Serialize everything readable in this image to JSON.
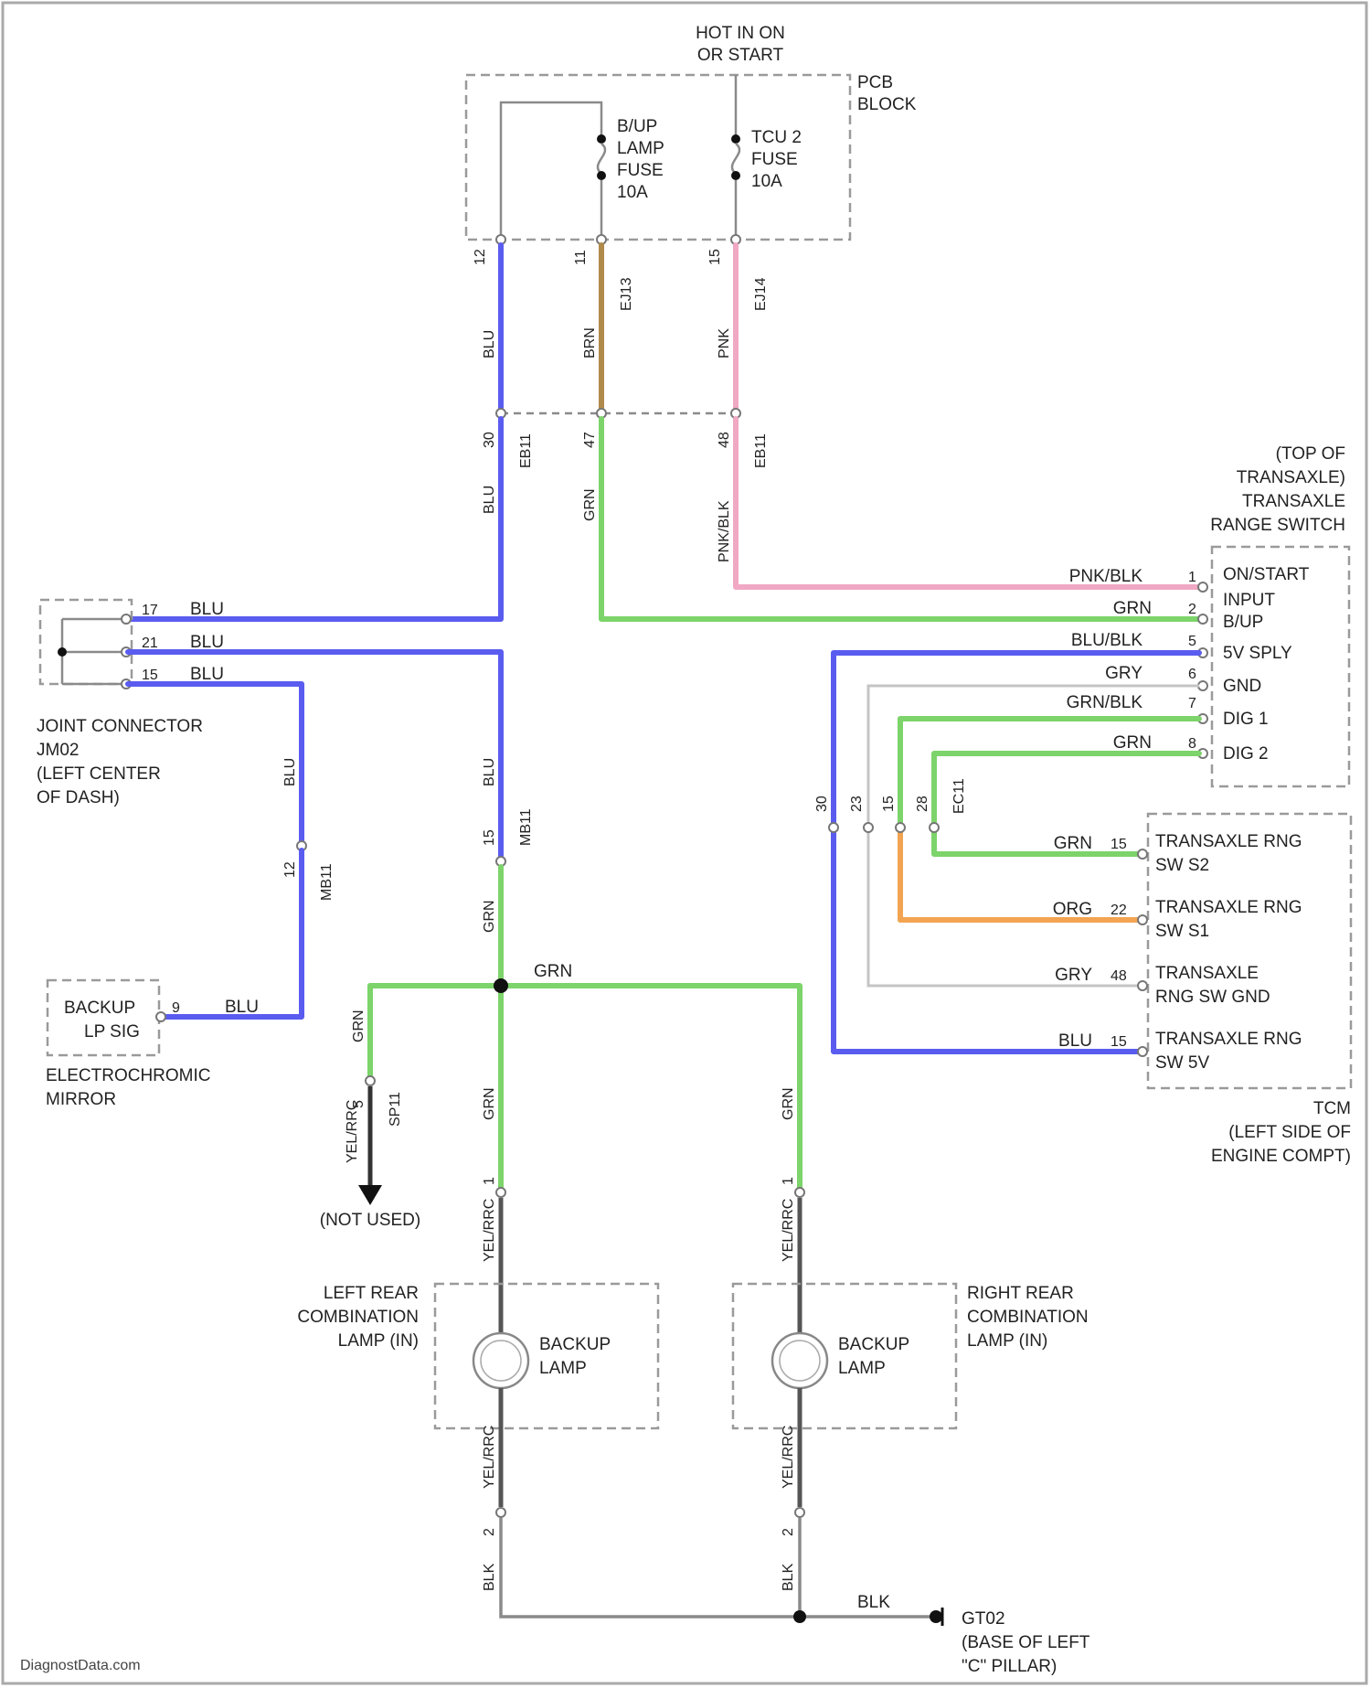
{
  "power": {
    "hot_label_1": "HOT IN ON",
    "hot_label_2": "OR START",
    "pcb_label_1": "PCB",
    "pcb_label_2": "BLOCK",
    "fuse_bup": [
      "B/UP",
      "LAMP",
      "FUSE",
      "10A"
    ],
    "fuse_tcu": [
      "TCU 2",
      "FUSE",
      "10A"
    ]
  },
  "pcb_pins": {
    "left": "12",
    "mid": "11",
    "right": "15",
    "conn_mid": "EJ13",
    "conn_right": "EJ14"
  },
  "wires": {
    "blu": "BLU",
    "brn": "BRN",
    "pnk": "PNK",
    "grn": "GRN",
    "pnk_blk": "PNK/BLK",
    "blu_blk": "BLU/BLK",
    "gry": "GRY",
    "grn_blk": "GRN/BLK",
    "org": "ORG",
    "blk": "BLK",
    "yel_rrc": "YEL/RRC"
  },
  "inline_connector_1": {
    "pins": [
      "30",
      "47",
      "48"
    ],
    "id": "EB11"
  },
  "joint_connector": {
    "pins": [
      "17",
      "21",
      "15"
    ],
    "wire": "BLU",
    "label": [
      "JOINT CONNECTOR",
      "JM02",
      "(LEFT CENTER",
      "OF DASH)"
    ]
  },
  "mirror": {
    "pin": "9",
    "wire": "BLU",
    "inner": [
      "BACKUP",
      "LP SIG"
    ],
    "label": [
      "ELECTROCHROMIC",
      "MIRROR"
    ],
    "conn_pin": "12",
    "conn_id": "MB11"
  },
  "mb11_center": {
    "pin": "15",
    "id": "MB11"
  },
  "range_switch": {
    "header": [
      "(TOP OF",
      "TRANSAXLE)",
      "TRANSAXLE",
      "RANGE SWITCH"
    ],
    "rows": [
      {
        "wire": "PNK/BLK",
        "pin": "1",
        "label": "ON/START"
      },
      {
        "wire": "GRN",
        "pin": "2",
        "label": "INPUT"
      },
      {
        "wire": "",
        "pin": "",
        "label": "B/UP"
      },
      {
        "wire": "BLU/BLK",
        "pin": "5",
        "label": "5V SPLY"
      },
      {
        "wire": "GRY",
        "pin": "6",
        "label": "GND"
      },
      {
        "wire": "GRN/BLK",
        "pin": "7",
        "label": "DIG 1"
      },
      {
        "wire": "GRN",
        "pin": "8",
        "label": "DIG 2"
      }
    ]
  },
  "ec11": {
    "pins": [
      "30",
      "23",
      "15",
      "28"
    ],
    "id": "EC11"
  },
  "tcm": {
    "rows": [
      {
        "wire": "GRN",
        "pin": "15",
        "label": [
          "TRANSAXLE RNG",
          "SW S2"
        ]
      },
      {
        "wire": "ORG",
        "pin": "22",
        "label": [
          "TRANSAXLE RNG",
          "SW S1"
        ]
      },
      {
        "wire": "GRY",
        "pin": "48",
        "label": [
          "TRANSAXLE",
          "RNG SW GND"
        ]
      },
      {
        "wire": "BLU",
        "pin": "15",
        "label": [
          "TRANSAXLE RNG",
          "SW 5V"
        ]
      }
    ],
    "label": [
      "TCM",
      "(LEFT SIDE OF",
      "ENGINE COMPT)"
    ]
  },
  "splice": {
    "wire_label": "GRN",
    "nc_pin": "5",
    "nc_conn": "SP11",
    "not_used": "(NOT USED)"
  },
  "lamps": {
    "left": {
      "label": [
        "LEFT REAR",
        "COMBINATION",
        "LAMP (IN)"
      ],
      "inner": [
        "BACKUP",
        "LAMP"
      ],
      "pin_top": "1",
      "pin_bot": "2"
    },
    "right": {
      "label": [
        "RIGHT REAR",
        "COMBINATION",
        "LAMP (IN)"
      ],
      "inner": [
        "BACKUP",
        "LAMP"
      ],
      "pin_top": "1",
      "pin_bot": "2"
    }
  },
  "ground": {
    "wire": "BLK",
    "label": [
      "GT02",
      "(BASE OF LEFT",
      "\"C\" PILLAR)"
    ]
  },
  "watermark": "DiagnostData.com",
  "colors": {
    "blu": "#5a5cf0",
    "brn": "#b08a4a",
    "pnk": "#f0a8c4",
    "grn": "#7cd46a",
    "org": "#f3a452",
    "gry": "#b8b8b8",
    "blk": "#8a8a8a"
  }
}
